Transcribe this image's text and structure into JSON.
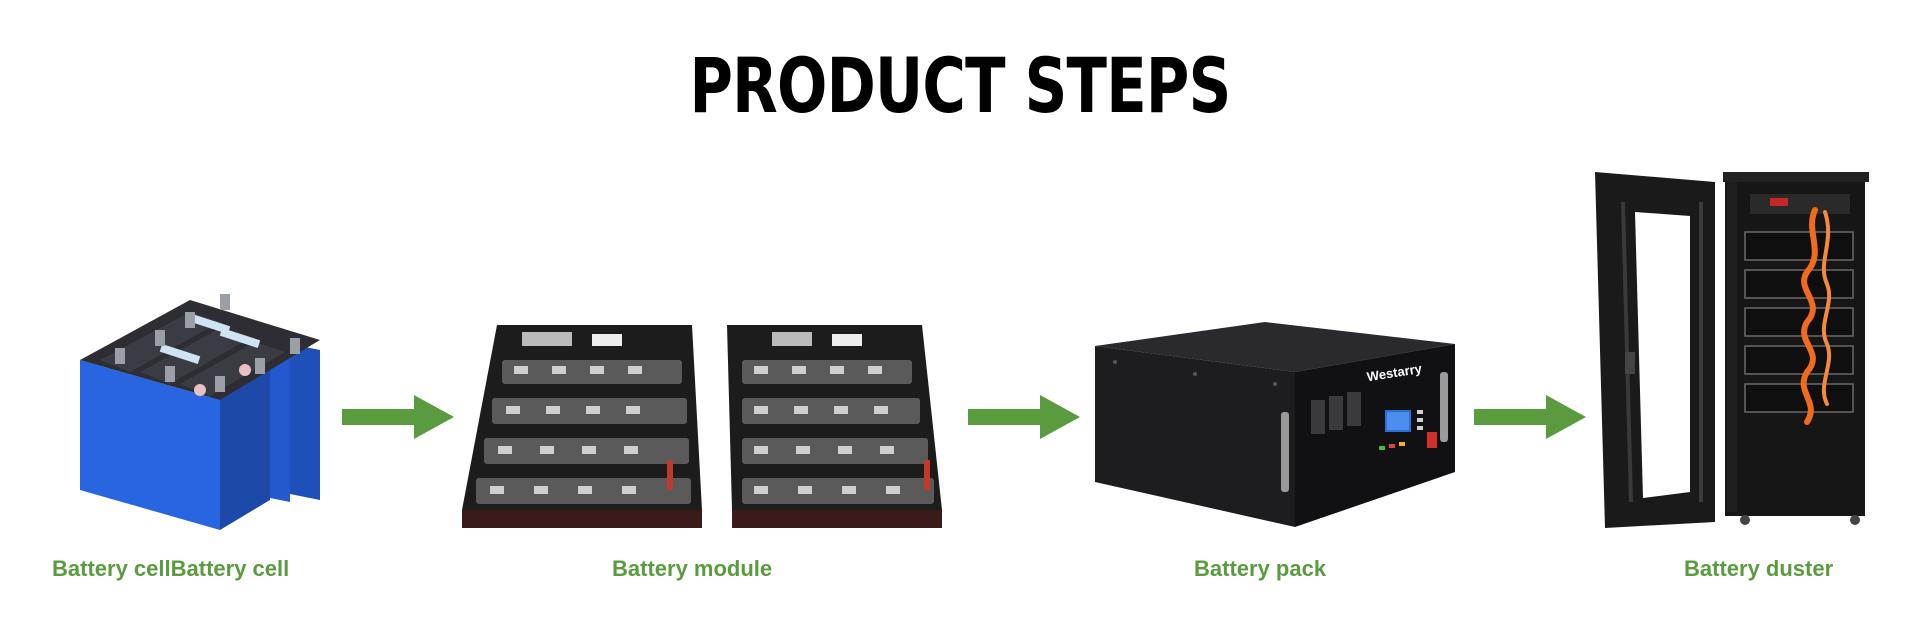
{
  "title": "PRODUCT STEPS",
  "colors": {
    "accent": "#5a9b3f",
    "title": "#000000",
    "background": "#ffffff"
  },
  "steps": [
    {
      "label": "Battery cellBattery cell",
      "icon": "battery-cell-image"
    },
    {
      "label": "Battery module",
      "icon": "battery-module-image"
    },
    {
      "label": "Battery pack",
      "icon": "battery-pack-image"
    },
    {
      "label": "Battery duster",
      "icon": "battery-cluster-cabinet-image"
    }
  ],
  "pack_brand": "Westarry"
}
